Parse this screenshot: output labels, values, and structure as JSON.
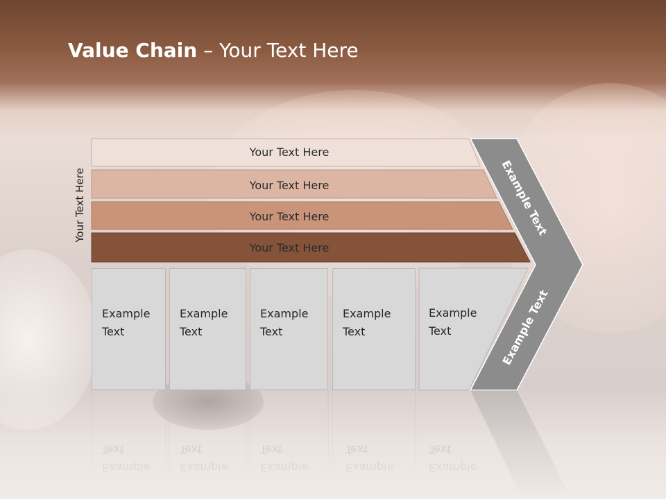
{
  "slide": {
    "title_bold": "Value Chain",
    "title_rest": " – Your Text Here",
    "side_label": "Your Text Here"
  },
  "bars": [
    {
      "label": "Your Text Here",
      "color": "#efe0da"
    },
    {
      "label": "Your Text Here",
      "color": "#ddb6a3"
    },
    {
      "label": "Your Text Here",
      "color": "#c99479"
    },
    {
      "label": "Your Text Here",
      "color": "#84533a"
    }
  ],
  "columns": [
    {
      "line1": "Example",
      "line2": "Text"
    },
    {
      "line1": "Example",
      "line2": "Text"
    },
    {
      "line1": "Example",
      "line2": "Text"
    },
    {
      "line1": "Example",
      "line2": "Text"
    },
    {
      "line1": "Example",
      "line2": "Text"
    }
  ],
  "chevron": {
    "upper_label": "Example Text",
    "lower_label": "Example Text",
    "color": "#8c8c8c"
  }
}
